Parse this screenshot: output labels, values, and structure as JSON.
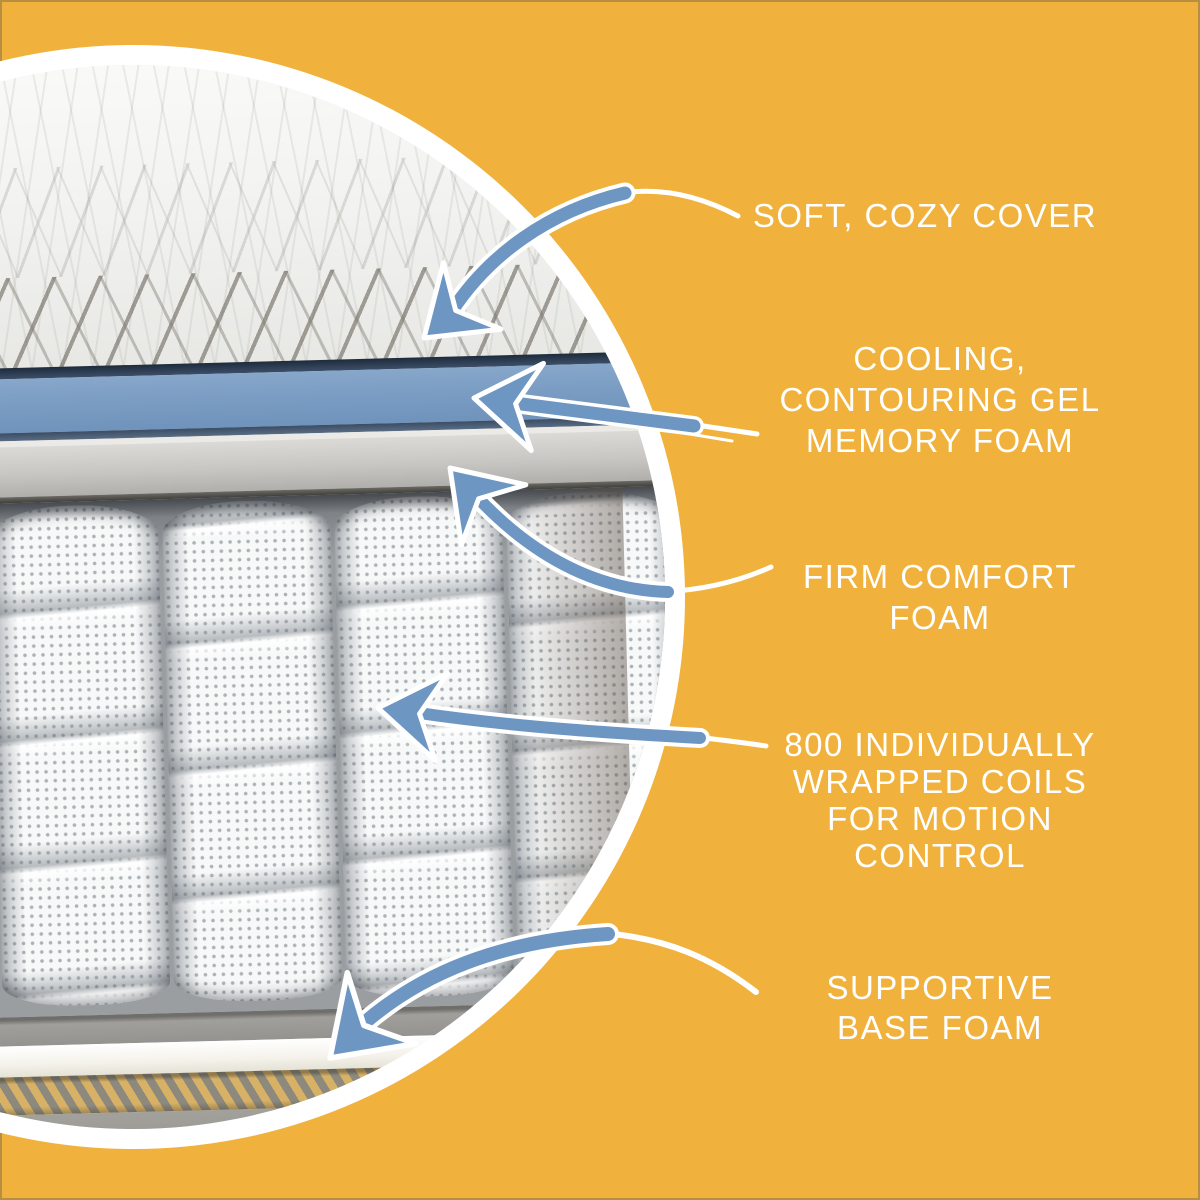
{
  "background_color": "#f0b23c",
  "ring_color": "#ffffff",
  "text_color": "#ffffff",
  "arrow_color": "#6e96c3",
  "layer_colors": {
    "gel_memory_foam": "#7b9dc3",
    "comfort_foam_gray": "#c7c6c2",
    "coil_fabric": "#f7f8f8",
    "binding_stripe_yellow": "#d7b166",
    "binding_stripe_gray": "#8e897d"
  },
  "callouts": [
    {
      "id": "soft-cozy-cover",
      "lines": [
        "SOFT, COZY COVER"
      ]
    },
    {
      "id": "cooling-gel-memory-foam",
      "lines": [
        "COOLING,",
        "CONTOURING GEL",
        "MEMORY FOAM"
      ]
    },
    {
      "id": "firm-comfort-foam",
      "lines": [
        "FIRM COMFORT",
        "FOAM"
      ]
    },
    {
      "id": "wrapped-coils",
      "lines": [
        "800 INDIVIDUALLY",
        "WRAPPED COILS",
        "FOR MOTION",
        "CONTROL"
      ]
    },
    {
      "id": "supportive-base-foam",
      "lines": [
        "SUPPORTIVE",
        "BASE FOAM"
      ]
    }
  ]
}
